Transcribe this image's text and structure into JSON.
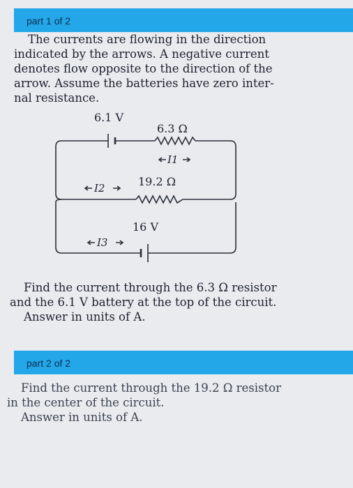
{
  "part1": {
    "header": "part 1 of 2",
    "statement": [
      "The currents are flowing in the direction",
      "indicated by the arrows. A negative current",
      "denotes flow opposite to the direction of the",
      "arrow. Assume the batteries have zero inter-",
      "nal resistance."
    ],
    "question": [
      "Find the current through the 6.3 Ω resistor",
      "and the 6.1 V battery at the top of the circuit.",
      "Answer in units of A."
    ]
  },
  "circuit": {
    "battery_top_label": "6.1 V",
    "resistor_top_label": "6.3 Ω",
    "current_1_label": "I1",
    "current_2_label": "I2",
    "resistor_mid_label": "19.2 Ω",
    "battery_bottom_label": "16 V",
    "current_3_label": "I3"
  },
  "part2": {
    "header": "part 2 of 2",
    "question": [
      "Find the current through the 19.2 Ω resistor",
      "in the center of the circuit.",
      "Answer in units of A."
    ]
  }
}
